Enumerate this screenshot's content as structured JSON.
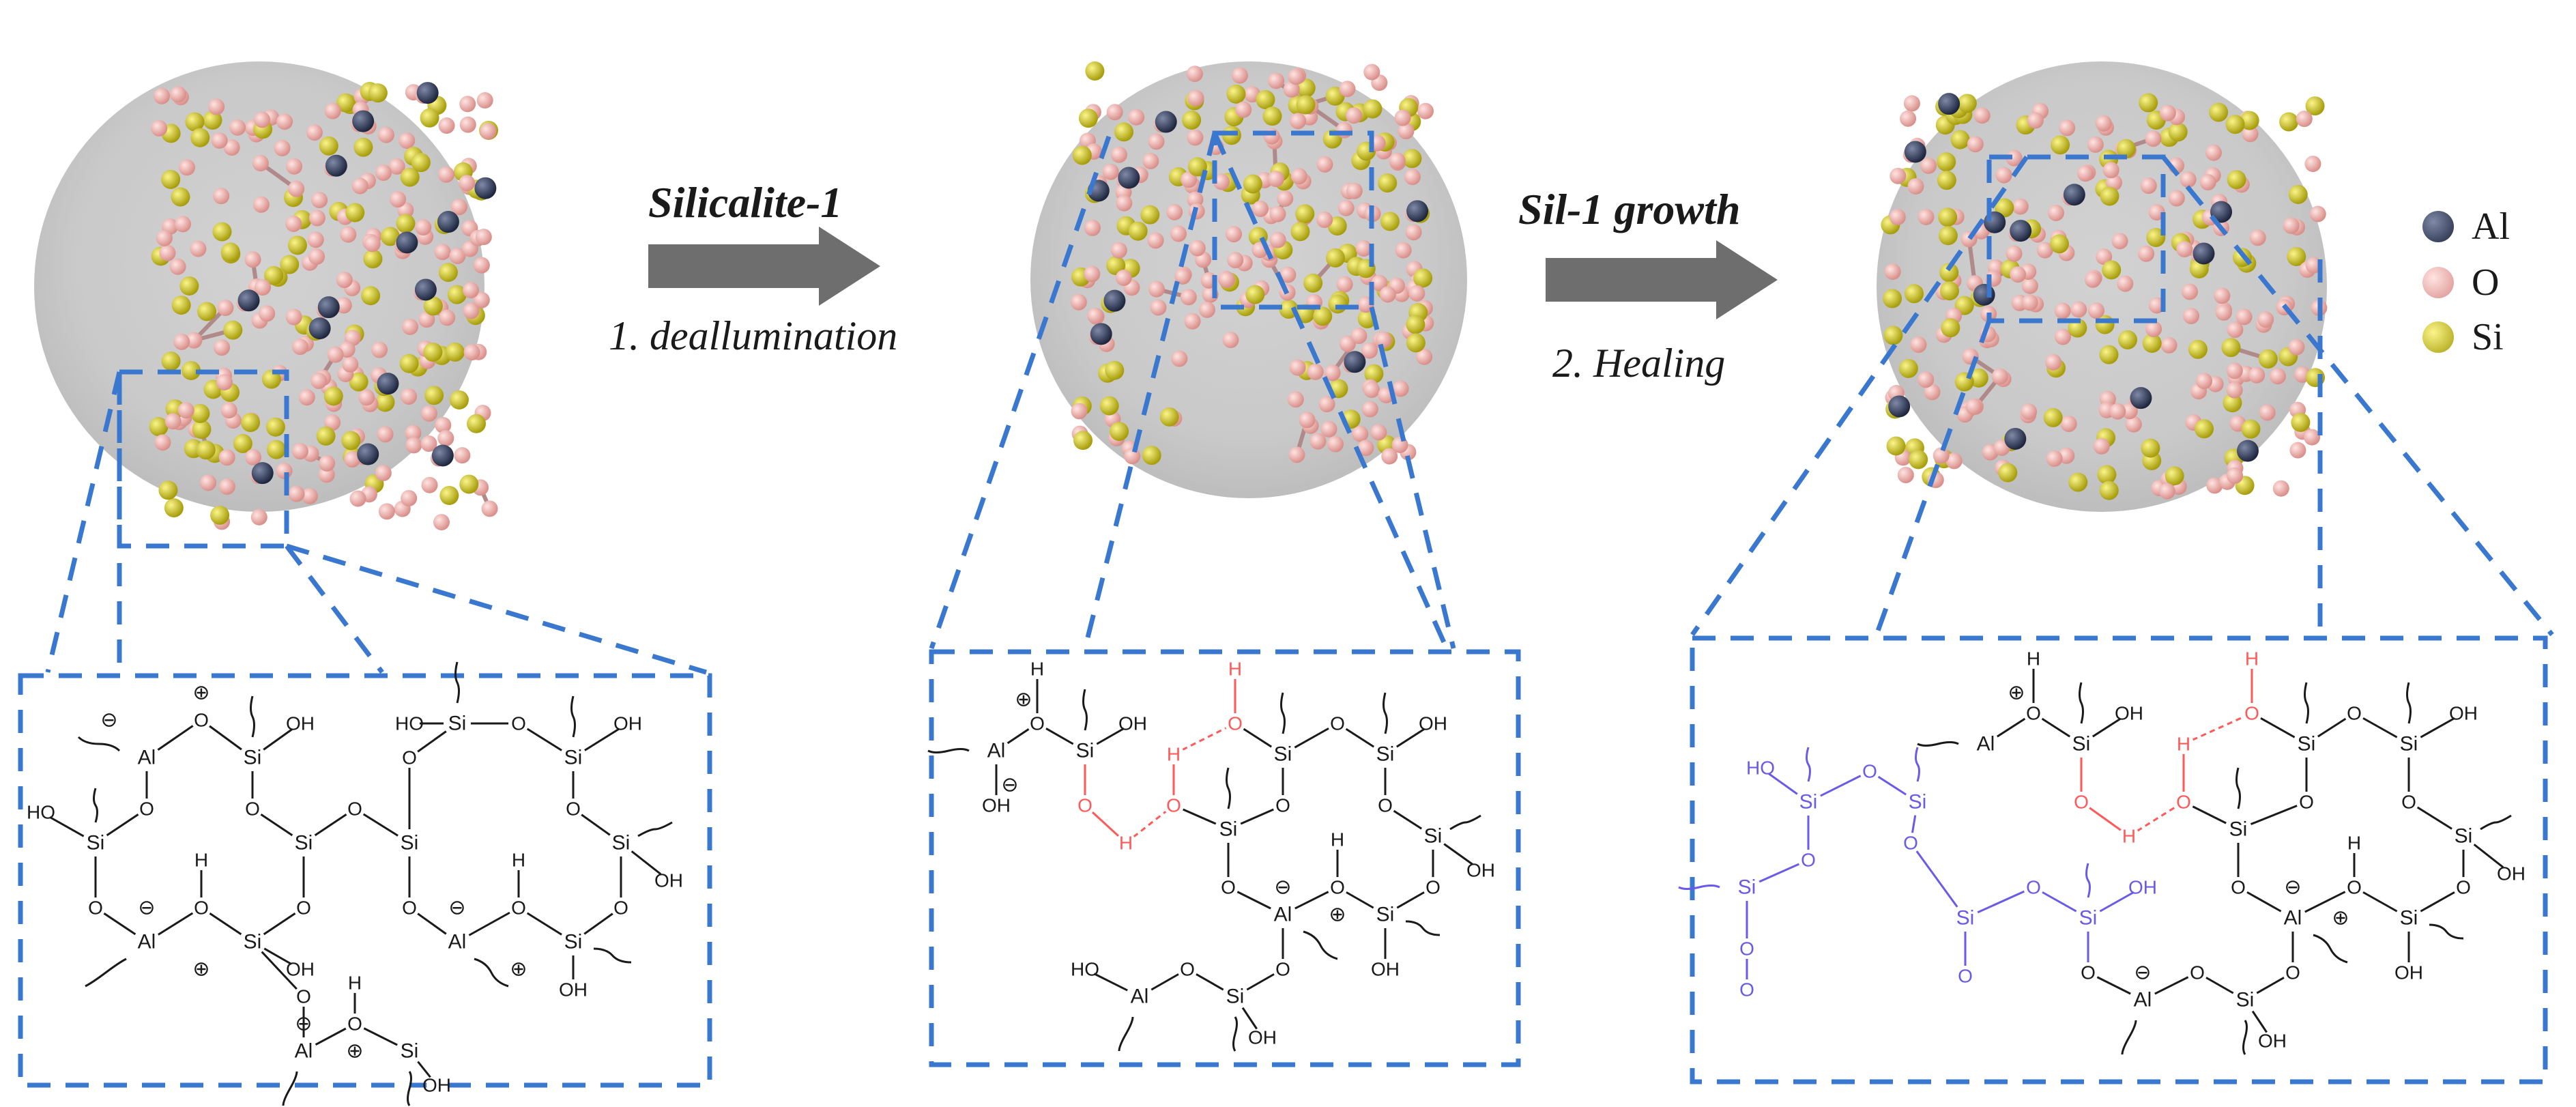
{
  "steps": [
    {
      "title": "Silicalite-1",
      "subtitle": "1. deallumination"
    },
    {
      "title": "Sil-1 growth",
      "subtitle": "2. Healing"
    }
  ],
  "legend": [
    {
      "label": "Al",
      "color": "#2e3a5c"
    },
    {
      "label": "O",
      "color": "#efafaa"
    },
    {
      "label": "Si",
      "color": "#d8cf1a"
    }
  ],
  "atoms": {
    "al": "Al",
    "si": "Si",
    "o": "O",
    "h": "H",
    "oh": "OH",
    "ho": "HO",
    "plus": "⊕",
    "minus": "⊖"
  },
  "colors": {
    "box_border": "#3a78d0",
    "arrow": "#6e6e6e",
    "sphere": "#c8c8c8",
    "hbond": "#ff5a5a",
    "new_silica": "#6a5ae8",
    "structure": "#1a1a1a"
  }
}
